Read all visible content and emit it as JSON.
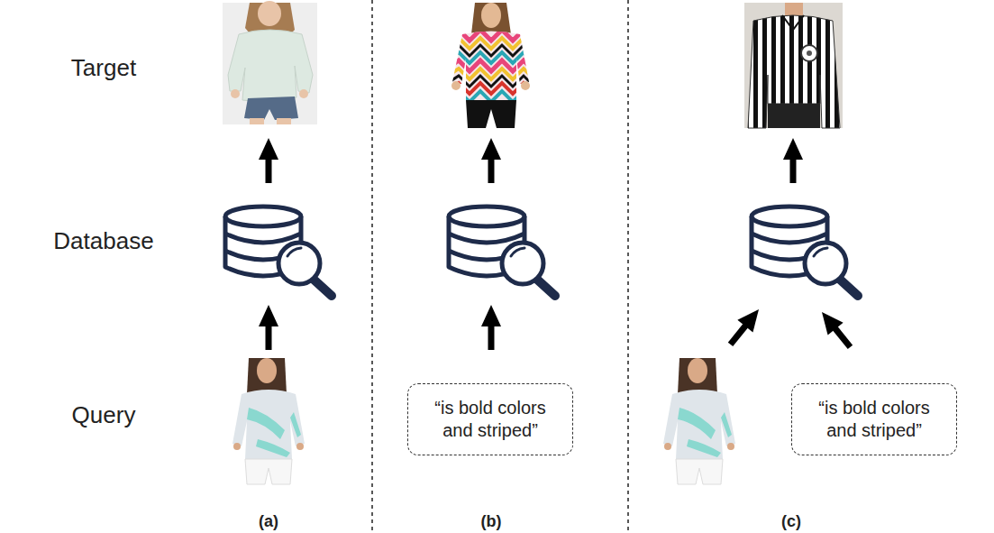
{
  "diagram": {
    "nodes": [
      {
        "text": [
          "“is bold colors and striped”"
        ]
      },
      {
        "text": [
          "“is bold colors and striped”"
        ]
      }
    ],
    "labels": [
      "Target",
      "Database",
      "Query",
      "(a)",
      "(b)",
      "(c)"
    ]
  }
}
